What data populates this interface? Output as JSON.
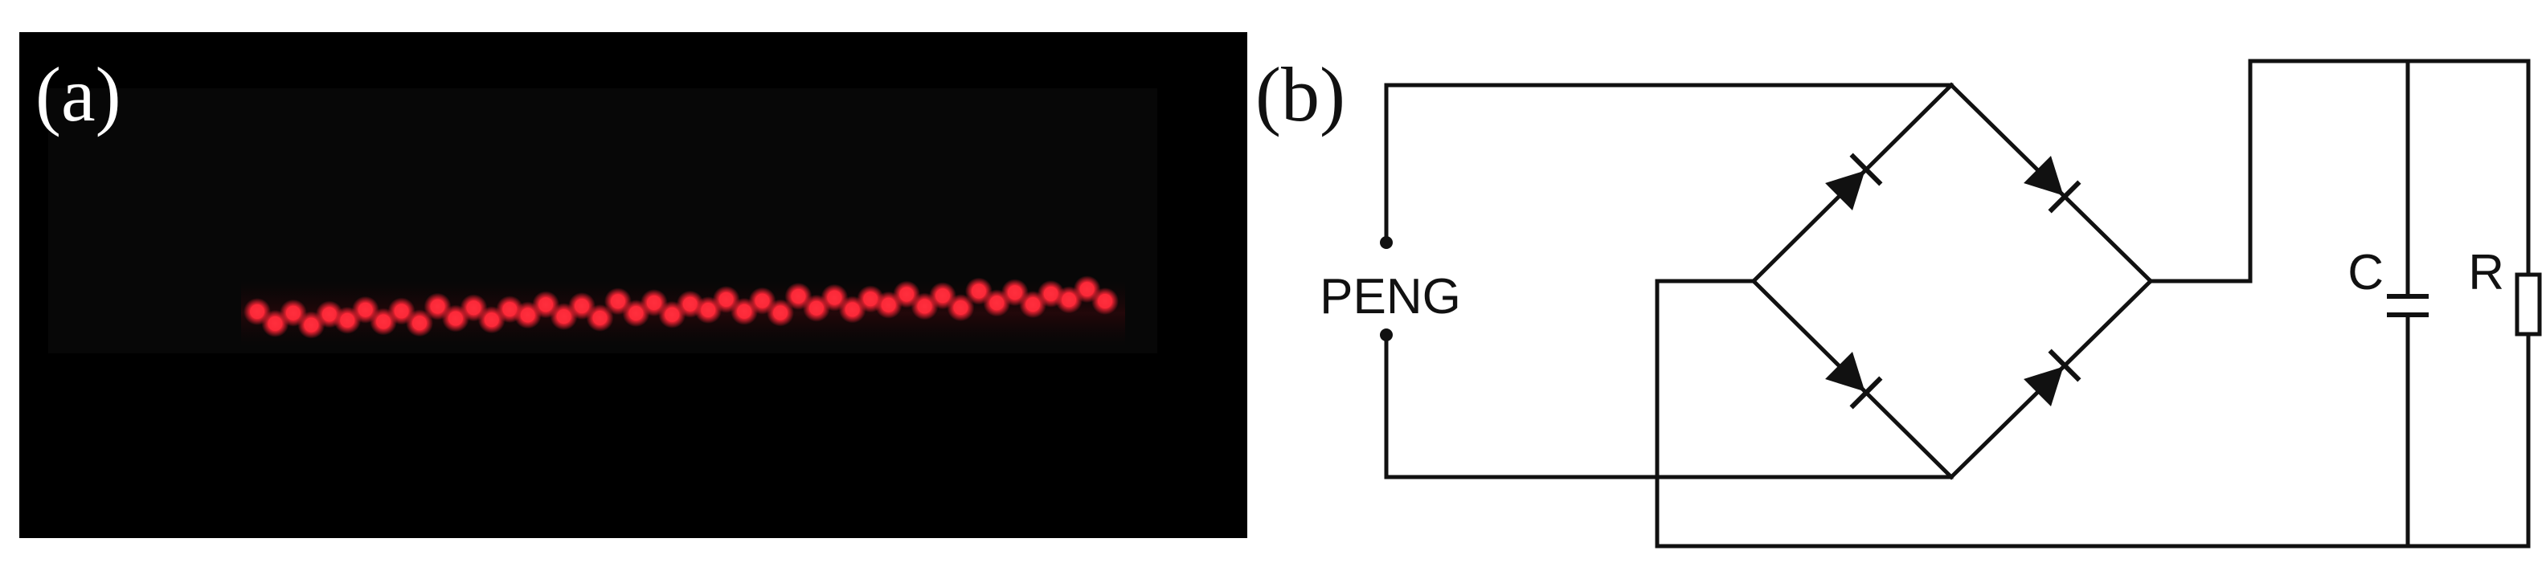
{
  "panel_a": {
    "label": "(a)",
    "background_color": "#000000",
    "led_color": "#ff2a3a"
  },
  "panel_b": {
    "label": "(b)",
    "source_label": "PENG",
    "capacitor_label": "C",
    "resistor_label": "R",
    "line_color": "#111111",
    "components": [
      "bridge-rectifier",
      "diode",
      "diode",
      "diode",
      "diode",
      "capacitor",
      "resistor"
    ]
  }
}
